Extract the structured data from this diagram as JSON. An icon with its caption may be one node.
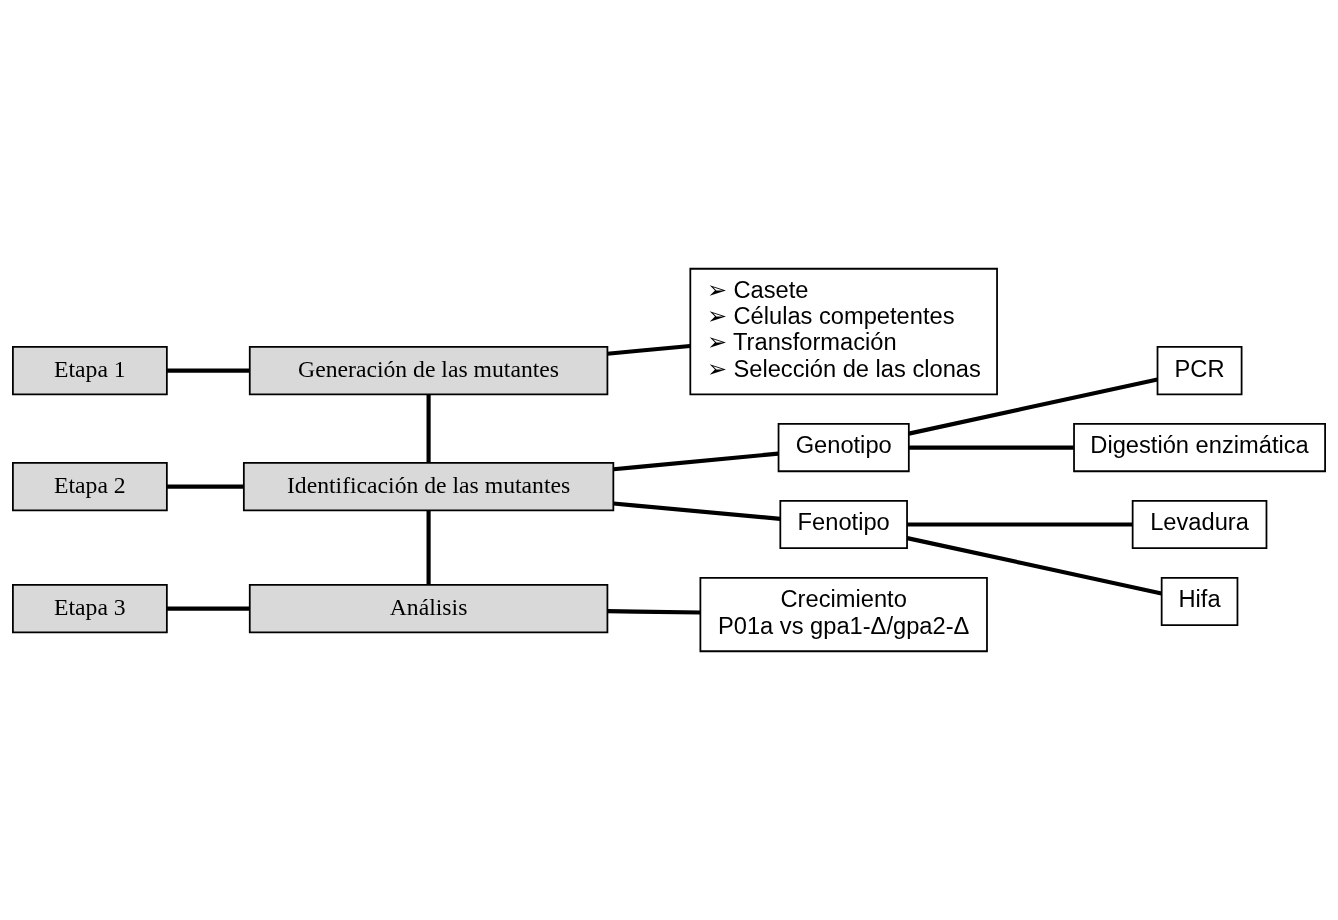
{
  "diagram": {
    "nodes": [
      {
        "text": [
          "Etapa 1"
        ]
      },
      {
        "text": [
          "Generación de las mutantes"
        ]
      },
      {
        "text": [
          "➢ Casete",
          "➢ Células competentes",
          "➢ Transformación",
          "➢ Selección de las clonas"
        ]
      },
      {
        "text": [
          "Etapa 2"
        ]
      },
      {
        "text": [
          "Identificación de las mutantes"
        ]
      },
      {
        "text": [
          "Genotipo"
        ]
      },
      {
        "text": [
          "Fenotipo"
        ]
      },
      {
        "text": [
          "PCR"
        ]
      },
      {
        "text": [
          "Digestión enzimática"
        ]
      },
      {
        "text": [
          "Levadura"
        ]
      },
      {
        "text": [
          "Hifa"
        ]
      },
      {
        "text": [
          "Etapa 3"
        ]
      },
      {
        "text": [
          "Análisis"
        ]
      },
      {
        "text": [
          "Crecimiento",
          "P01a vs gpa1-Δ/gpa2-Δ"
        ]
      }
    ],
    "edges": [
      {
        "from": 0,
        "to": 1,
        "arrow": "none"
      },
      {
        "from": 1,
        "to": 2,
        "arrow": "none"
      },
      {
        "from": 1,
        "to": 4,
        "arrow": "none"
      },
      {
        "from": 3,
        "to": 4,
        "arrow": "none"
      },
      {
        "from": 4,
        "to": 5,
        "arrow": "none"
      },
      {
        "from": 4,
        "to": 6,
        "arrow": "none"
      },
      {
        "from": 5,
        "to": 7,
        "arrow": "none"
      },
      {
        "from": 5,
        "to": 8,
        "arrow": "none"
      },
      {
        "from": 6,
        "to": 9,
        "arrow": "none"
      },
      {
        "from": 6,
        "to": 10,
        "arrow": "none"
      },
      {
        "from": 4,
        "to": 12,
        "arrow": "none"
      },
      {
        "from": 11,
        "to": 12,
        "arrow": "none"
      },
      {
        "from": 12,
        "to": 13,
        "arrow": "none"
      }
    ]
  }
}
